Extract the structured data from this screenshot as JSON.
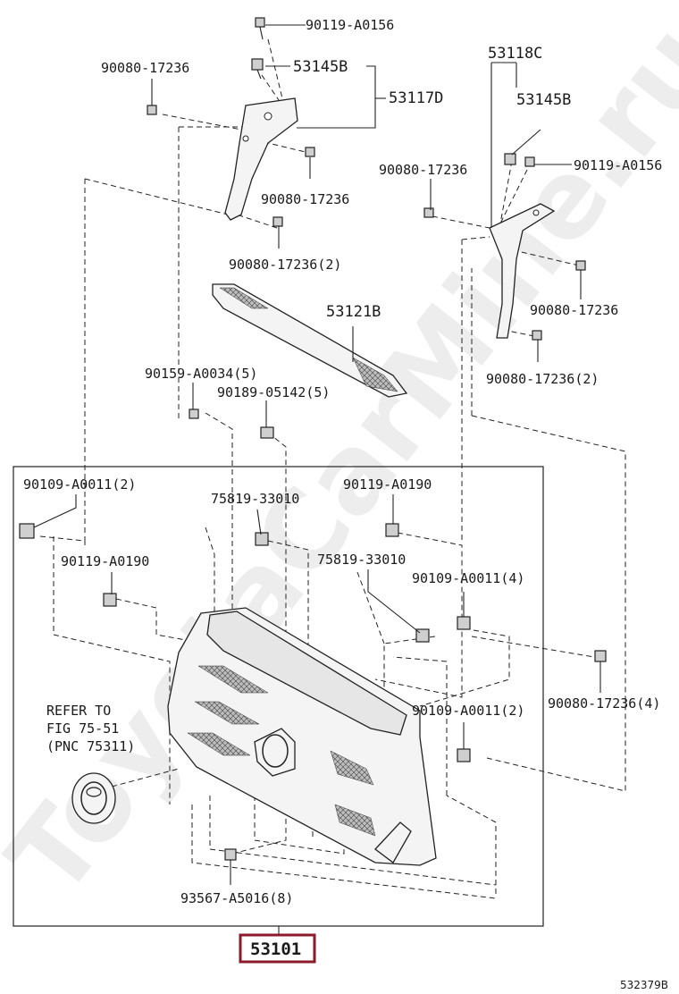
{
  "watermark": "ToyotaCarMine.ru",
  "main_part": {
    "number": "53101",
    "highlight_color": "#8b1a2b"
  },
  "reference_note": {
    "line1": "REFER TO",
    "line2": "FIG 75-51",
    "line3": "(PNC 75311)"
  },
  "figure_code": "532379B",
  "parts": {
    "p_90119_A0156_a": "90119-A0156",
    "p_90080_17236_a": "90080-17236",
    "p_53145B_a": "53145B",
    "p_53117D": "53117D",
    "p_90080_17236_b": "90080-17236",
    "p_90080_17236_2a": "90080-17236(2)",
    "p_53118C": "53118C",
    "p_53145B_b": "53145B",
    "p_90080_17236_c": "90080-17236",
    "p_90119_A0156_b": "90119-A0156",
    "p_90080_17236_d": "90080-17236",
    "p_90080_17236_2b": "90080-17236(2)",
    "p_53121B": "53121B",
    "p_90159_A0034": "90159-A0034(5)",
    "p_90189_05142": "90189-05142(5)",
    "p_90109_A0011_2a": "90109-A0011(2)",
    "p_75819_33010_a": "75819-33010",
    "p_90119_A0190_a": "90119-A0190",
    "p_90119_A0190_b": "90119-A0190",
    "p_75819_33010_b": "75819-33010",
    "p_90109_A0011_4": "90109-A0011(4)",
    "p_90080_17236_4": "90080-17236(4)",
    "p_90109_A0011_2b": "90109-A0011(2)",
    "p_93567_A5016": "93567-A5016(8)"
  }
}
